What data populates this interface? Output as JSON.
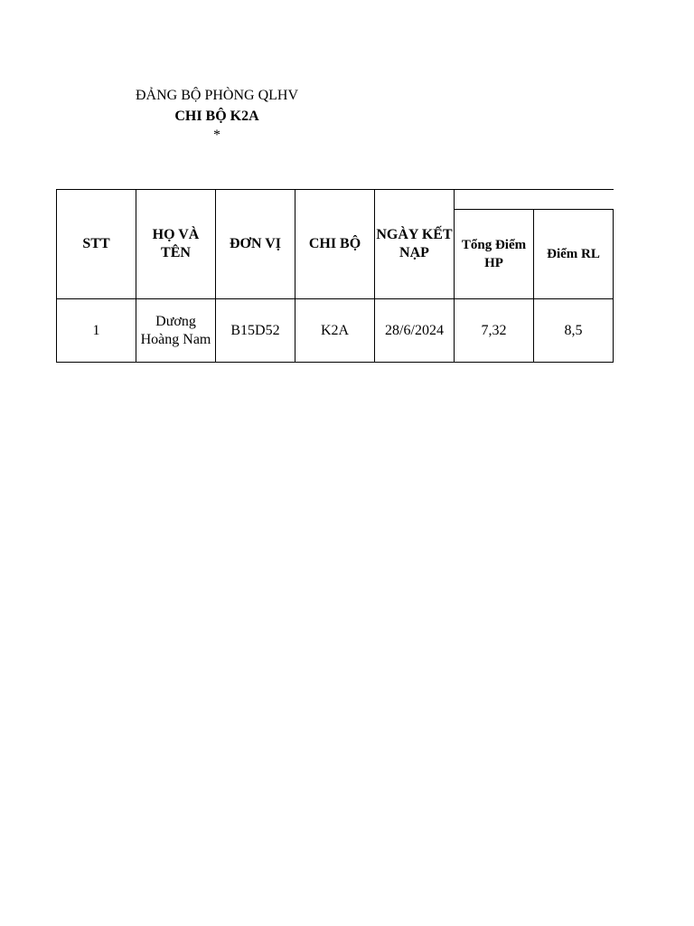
{
  "header": {
    "organization": "ĐẢNG BỘ PHÒNG QLHV",
    "unit": "CHI BỘ K2A",
    "mark": "*"
  },
  "table": {
    "columns": {
      "stt": "STT",
      "name": "HỌ VÀ TÊN",
      "don_vi": "ĐƠN VỊ",
      "chi_bo": "CHI BỘ",
      "ngay_ket_nap": "NGÀY KẾT NẠP",
      "tong_diem_hp": "Tổng Điểm HP",
      "diem_rl": "Điểm RL"
    },
    "group_header": "",
    "rows": [
      {
        "stt": "1",
        "name": "Dương Hoàng Nam",
        "don_vi": "B15D52",
        "chi_bo": "K2A",
        "ngay_ket_nap": "28/6/2024",
        "tong_diem_hp": "7,32",
        "diem_rl": "8,5"
      }
    ]
  }
}
